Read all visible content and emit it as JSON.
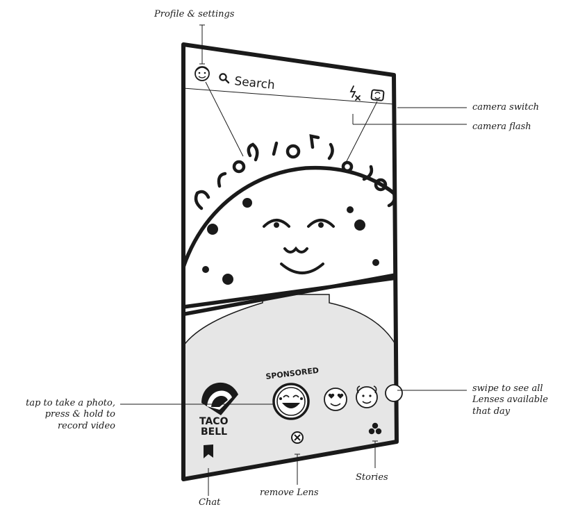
{
  "annotations": {
    "profile": "Profile & settings",
    "camera_switch": "camera switch",
    "camera_flash": "camera flash",
    "tap_line1": "tap to take a photo,",
    "tap_line2": "press & hold  to",
    "tap_line3": "record video",
    "swipe_line1": "swipe to see all",
    "swipe_line2": "Lenses available",
    "swipe_line3": "that day",
    "remove_lens": "remove Lens",
    "stories": "Stories",
    "chat": "Chat"
  },
  "phone": {
    "search_label": "Search",
    "sponsored_label": "SPONSORED",
    "brand_line1": "TACO",
    "brand_line2": "BELL"
  },
  "colors": {
    "ink": "#1a1a1a",
    "light_fill": "#e6e6e6"
  },
  "icons": [
    "avatar-icon",
    "search-icon",
    "flash-off-icon",
    "camera-switch-icon",
    "chat-icon",
    "remove-lens-icon",
    "stories-icon",
    "taco-bell-logo"
  ]
}
